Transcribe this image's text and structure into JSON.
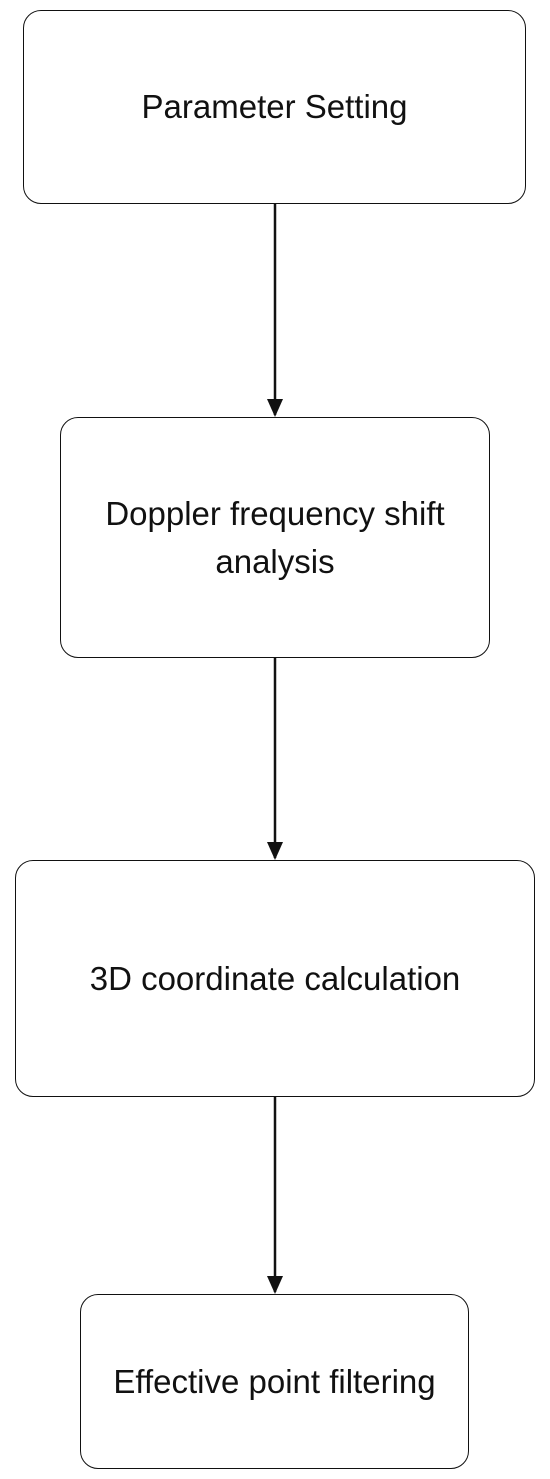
{
  "flowchart": {
    "steps": [
      {
        "label": "Parameter Setting"
      },
      {
        "label": "Doppler frequency shift analysis"
      },
      {
        "label": "3D coordinate calculation"
      },
      {
        "label": "Effective point filtering"
      }
    ]
  },
  "colors": {
    "stroke": "#111111",
    "background": "#ffffff"
  }
}
